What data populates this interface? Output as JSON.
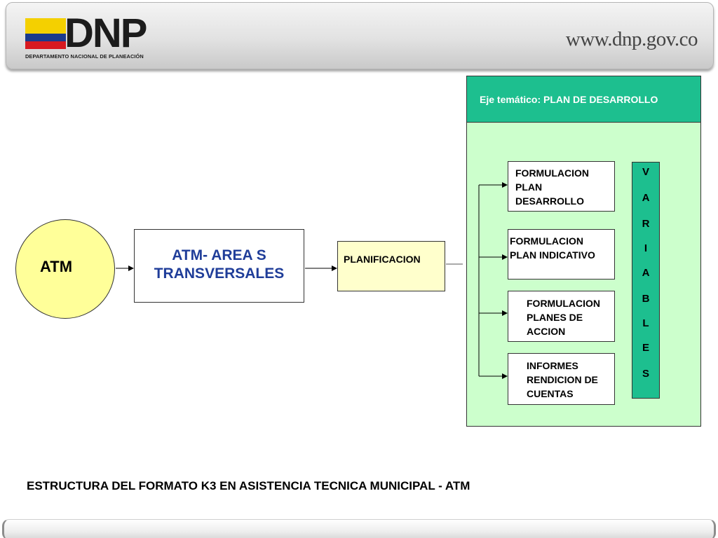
{
  "header": {
    "logo_text": "DNP",
    "logo_subtitle": "DEPARTAMENTO NACIONAL DE PLANEACIÓN",
    "url": "www.dnp.gov.co",
    "flag_colors": [
      "#f4d000",
      "#1a3a8c",
      "#d71920"
    ]
  },
  "diagram": {
    "atm": "ATM",
    "area_line1": "ATM- AREA S",
    "area_line2": "TRANSVERSALES",
    "planificacion": "PLANIFICACION",
    "eje_title": "Eje temático: PLAN DE  DESARROLLO",
    "sub_items": [
      {
        "line1": "FORMULACION",
        "line2": "PLAN",
        "line3": "DESARROLLO"
      },
      {
        "line1": "FORMULACION",
        "line2": "PLAN INDICATIVO"
      },
      {
        "line1": "FORMULACION",
        "line2": "PLANES DE",
        "line3": "ACCION"
      },
      {
        "line1": "INFORMES",
        "line2": "RENDICION DE",
        "line3": "CUENTAS"
      }
    ],
    "variables_letters": [
      "V",
      "A",
      "R",
      "I",
      "A",
      "B",
      "L",
      "E",
      "S"
    ],
    "colors": {
      "circle_fill": "#ffff99",
      "planificacion_fill": "#ffffcc",
      "panel_fill": "#ccffcc",
      "panel_header": "#1dbf8f",
      "area_text": "#1f3d99"
    }
  },
  "caption": "ESTRUCTURA DEL FORMATO K3 EN ASISTENCIA TECNICA MUNICIPAL - ATM"
}
